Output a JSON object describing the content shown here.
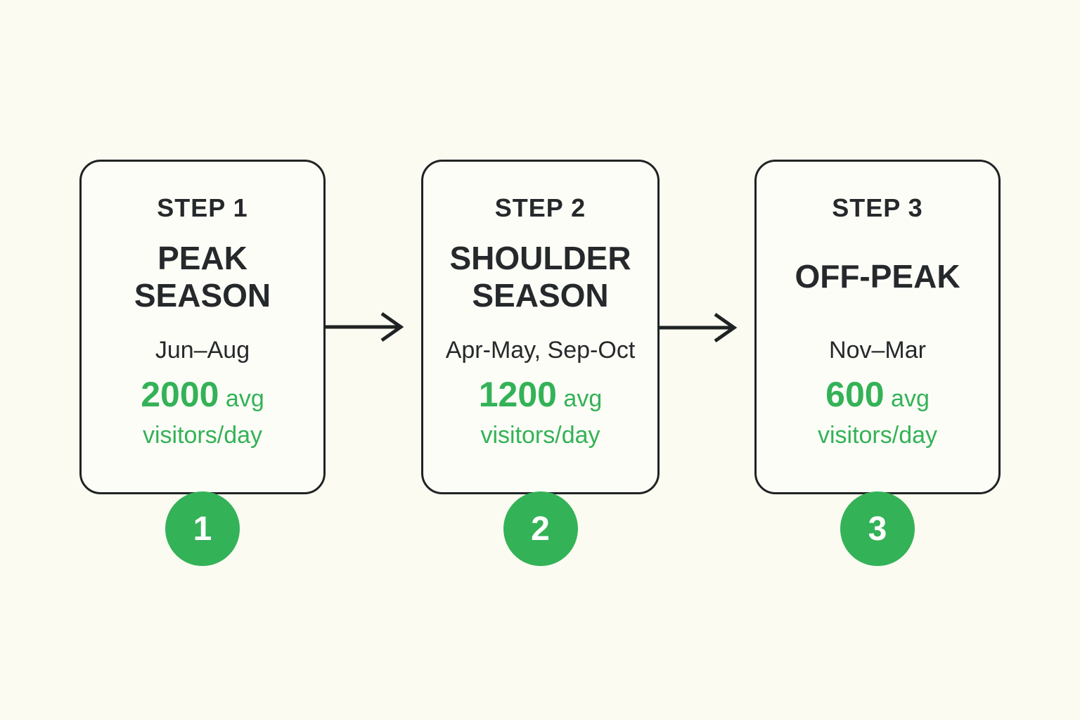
{
  "diagram": {
    "type": "horizontal-flow",
    "topic": "Seasonal average visitors per day",
    "colors": {
      "background": "#fbfbf2",
      "card_background": "#fdfdf7",
      "ink": "#26292b",
      "border": "#1f2323",
      "accent_green": "#34b257",
      "badge_text": "#ffffff"
    },
    "steps": [
      {
        "step_label": "STEP 1",
        "title": "PEAK SEASON",
        "period": "Jun–Aug",
        "value": "2000",
        "value_unit": "avg visitors/day",
        "badge": "1"
      },
      {
        "step_label": "STEP 2",
        "title": "SHOULDER SEASON",
        "period": "Apr-May, Sep-Oct",
        "value": "1200",
        "value_unit": "avg visitors/day",
        "badge": "2"
      },
      {
        "step_label": "STEP 3",
        "title": "OFF-PEAK",
        "period": "Nov–Mar",
        "value": "600",
        "value_unit": "avg visitors/day",
        "badge": "3"
      }
    ]
  }
}
